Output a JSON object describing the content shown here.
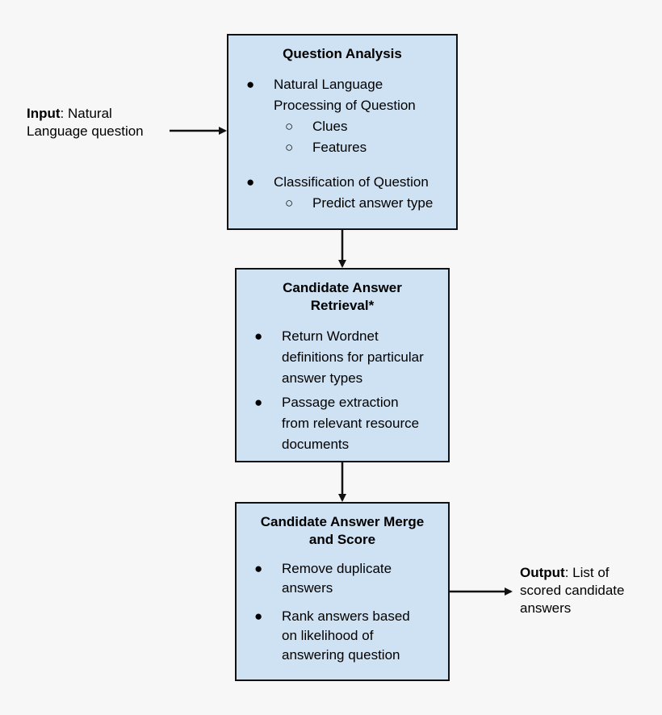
{
  "input": {
    "label": "Input",
    "text_line1": ": Natural",
    "text_line2": "Language question"
  },
  "output": {
    "label": "Output",
    "text_line1": ": List of",
    "text_line2": "scored candidate",
    "text_line3": "answers"
  },
  "question_analysis": {
    "title": "Question Analysis",
    "bullet1_line1": "Natural Language",
    "bullet1_line2": "Processing of Question",
    "sub1": "Clues",
    "sub2": "Features",
    "bullet2": "Classification of Question",
    "sub3": "Predict answer type"
  },
  "candidate_retrieval": {
    "title_line1": "Candidate Answer",
    "title_line2": "Retrieval*",
    "bullet1_line1": "Return Wordnet",
    "bullet1_line2": "definitions for particular",
    "bullet1_line3": "answer types",
    "bullet2_line1": "Passage extraction",
    "bullet2_line2": "from relevant resource",
    "bullet2_line3": "documents"
  },
  "merge_score": {
    "title_line1": "Candidate Answer Merge",
    "title_line2": "and Score",
    "bullet1_line1": "Remove duplicate",
    "bullet1_line2": "answers",
    "bullet2_line1": "Rank answers based",
    "bullet2_line2": "on likelihood of",
    "bullet2_line3": "answering question"
  },
  "symbols": {
    "bullet": "●",
    "sub_bullet": "○"
  }
}
